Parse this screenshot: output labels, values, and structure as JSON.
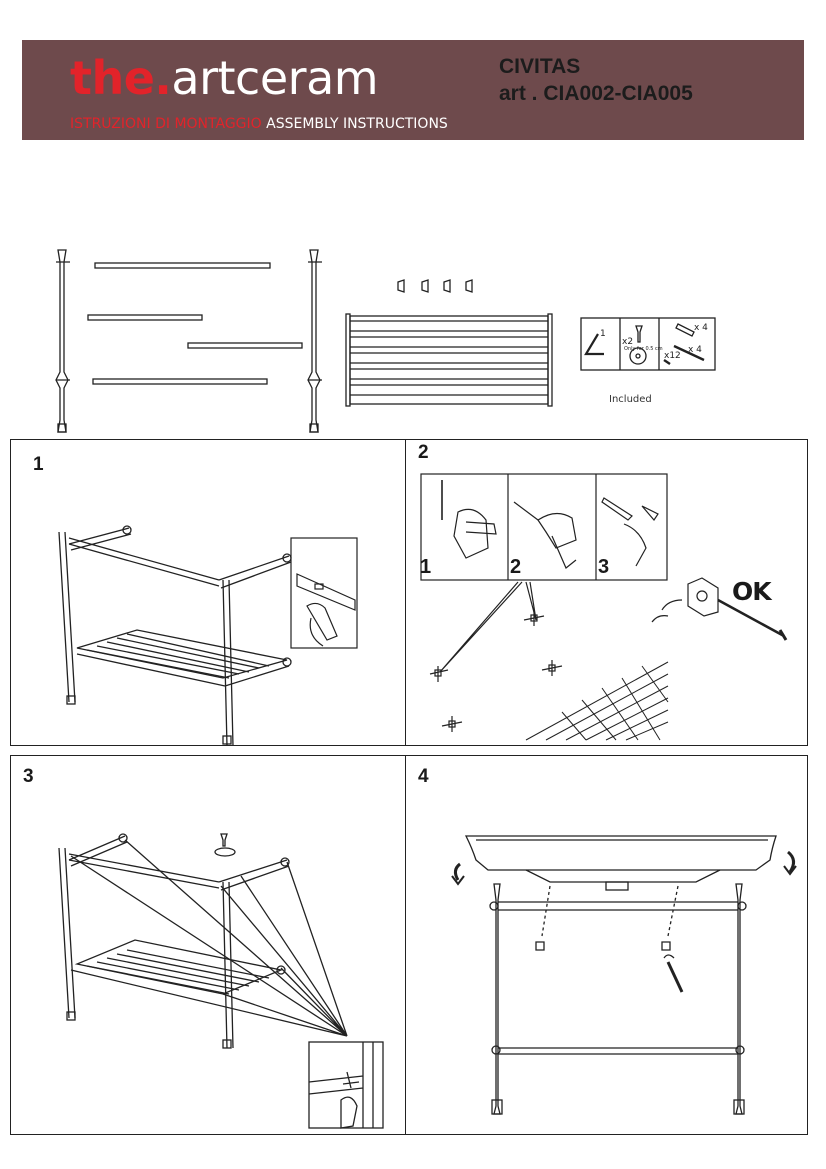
{
  "header": {
    "brand_the": "the.",
    "brand_rest": "artceram",
    "instr_it": "ISTRUZIONI DI MONTAGGIO",
    "instr_en": "ASSEMBLY INSTRUCTIONS",
    "product": "CIVITAS",
    "article": "art . CIA002-CIA005"
  },
  "parts": {
    "included_label": "Included",
    "hex_key_count": "1",
    "washer_count": "x2",
    "washer_note": "Only for 0.5 cm",
    "screw_count": "x12",
    "plug_count": "x 4",
    "bolt_count": "x 4"
  },
  "steps": {
    "s1": "1",
    "s2": "2",
    "s3": "3",
    "s4": "4",
    "sub1": "1",
    "sub2": "2",
    "sub3": "3",
    "ok": "OK"
  },
  "colors": {
    "header_bg": "#6e4a4c",
    "brand_red": "#e2232a"
  }
}
